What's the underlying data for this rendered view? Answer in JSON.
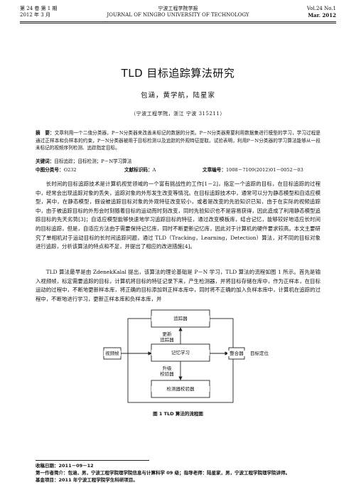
{
  "header": {
    "left_line1": "第 24 卷 第 1 期",
    "left_line2": "2012 年 3 月",
    "center_line1": "宁波工程学院学报",
    "center_line2": "JOURNAL OF NINGBO UNIVERSITY OF TECHNOLOGY",
    "right_line1": "Vol.24 No.1",
    "right_line2": "Mar. 2012"
  },
  "title": "TLD 目标追踪算法研究",
  "authors": "包涵，黄学航，陆星家",
  "affiliation": "（宁波工程学院，浙江 宁波 315211）",
  "abstract": {
    "label": "摘　要：",
    "text": "文章利用一个二值分类器，P－N分类器来改善未标记的数据的分类。P－N分类器需要利用数据集进行模型的学习，学习过程是通过正样本和负样本的约束，P－N分类器被用于目标检测以及追踪的外观特征提取。试验表明，利用P－N分类器的学习算法能够从一段未标记的视频序列检测、追踪指定目标。"
  },
  "keywords": {
    "label": "关键词：",
    "text": "目标追踪；目标检测；P－N学习算法"
  },
  "classification": {
    "clc_label": "中图分类号：",
    "clc": "O232",
    "doc_label": "文献标识码：",
    "doc": "A",
    "article_label": "文章编号：",
    "article": "1008－7109(2012)01－0052－03"
  },
  "body": {
    "p1": "长时间的目标追踪技术是计算机视觉领域的一个富有挑战性的工作[1－2]，指定一个追踪的目标，在目标追踪的过程中，经常会出现追踪对象的丢失，追踪对象的外形发生改变等情况。在目标追踪技术中，通常可以分为静态模型和自适应模型，其中，在静态模型，假设被追踪目标对象的外观特征改变较小，或者是改变的先验知识已知，由于在实际的视频追踪中，由于被追踪目标的外形会时刻随着目标的运动而时刻改变，同时先验知识也不是容易获得，因此造成了利用静态模型追踪目标的先天劣势[3]；自适应模型能够快速地学习追踪目标的特征，通过改变模板库，结合记忆，能够较好地适应长时间的目标追踪，但是，自适应方法由于需要保持记忆库，同时不断更新记忆库，因此对于计算机的硬件要求较高。本文主要研究了单相机对于运动目标的长时间追踪问题，通过 TLD（Tracking，Learning，Detection）算法，对不同的目标对象进行追踪，分析该算法的特点和不足，并提出了相应的改进措施[4]。",
    "p2": "TLD 算法最早是由 ZdenekKalal 提出，该算法的理论基础是 P－N 学习，TLD 算法的流程如图 1 所示。首先是输入视频帧，标定需要追踪的目标，计算机将目标的特征记录下来，产生检测器，并将目标存储在库中，作为正样本，在目标运动的过程中，不断地更新样本库，将正确的目标添加到正样本库中，同时将不正确的加入负样本库中，计算机在追踪的过程中，不断地进行学习，更新正样本库和负样本库，并"
  },
  "figure": {
    "tracker": "追踪器",
    "update_tracker": "更新\n追踪器",
    "video_frame": "视频帧",
    "learning": "记忆学习",
    "integrator": "整合器",
    "target_location": "目标定位",
    "update_detector": "升级\n校验器",
    "detector": "检测器校验器",
    "caption": "图 1 TLD 算法的流程图"
  },
  "footnotes": {
    "received": "收稿日期：2011－09－12",
    "author_info": "第一作者简介：包涵，男，宁波工程学院理学院信息与计算科学 09 级；指导老师：陆星家，男，宁波工程学院理学院讲师。",
    "fund": "基金项目：2011 年宁波工程学院学生科研项目。"
  }
}
